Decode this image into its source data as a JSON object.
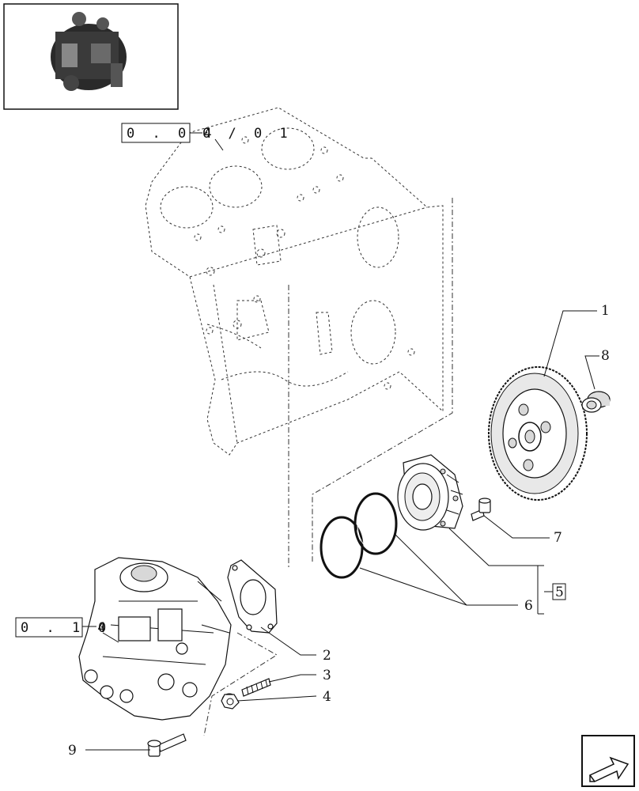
{
  "refs": {
    "block": "0.04-0/01",
    "block_box": "0 . 0 4",
    "block_tail": "0 / 0 1",
    "pump": "0.14-0",
    "pump_box": "0 . 1 4",
    "pump_tail": "0"
  },
  "callouts": {
    "c1": "1",
    "c2": "2",
    "c3": "3",
    "c4": "4",
    "c5": "5",
    "c6": "6",
    "c7": "7",
    "c8": "8",
    "c9": "9"
  },
  "icons": {
    "thumbnail": "engine-thumbnail-icon",
    "nav": "next-page-arrow-icon"
  }
}
